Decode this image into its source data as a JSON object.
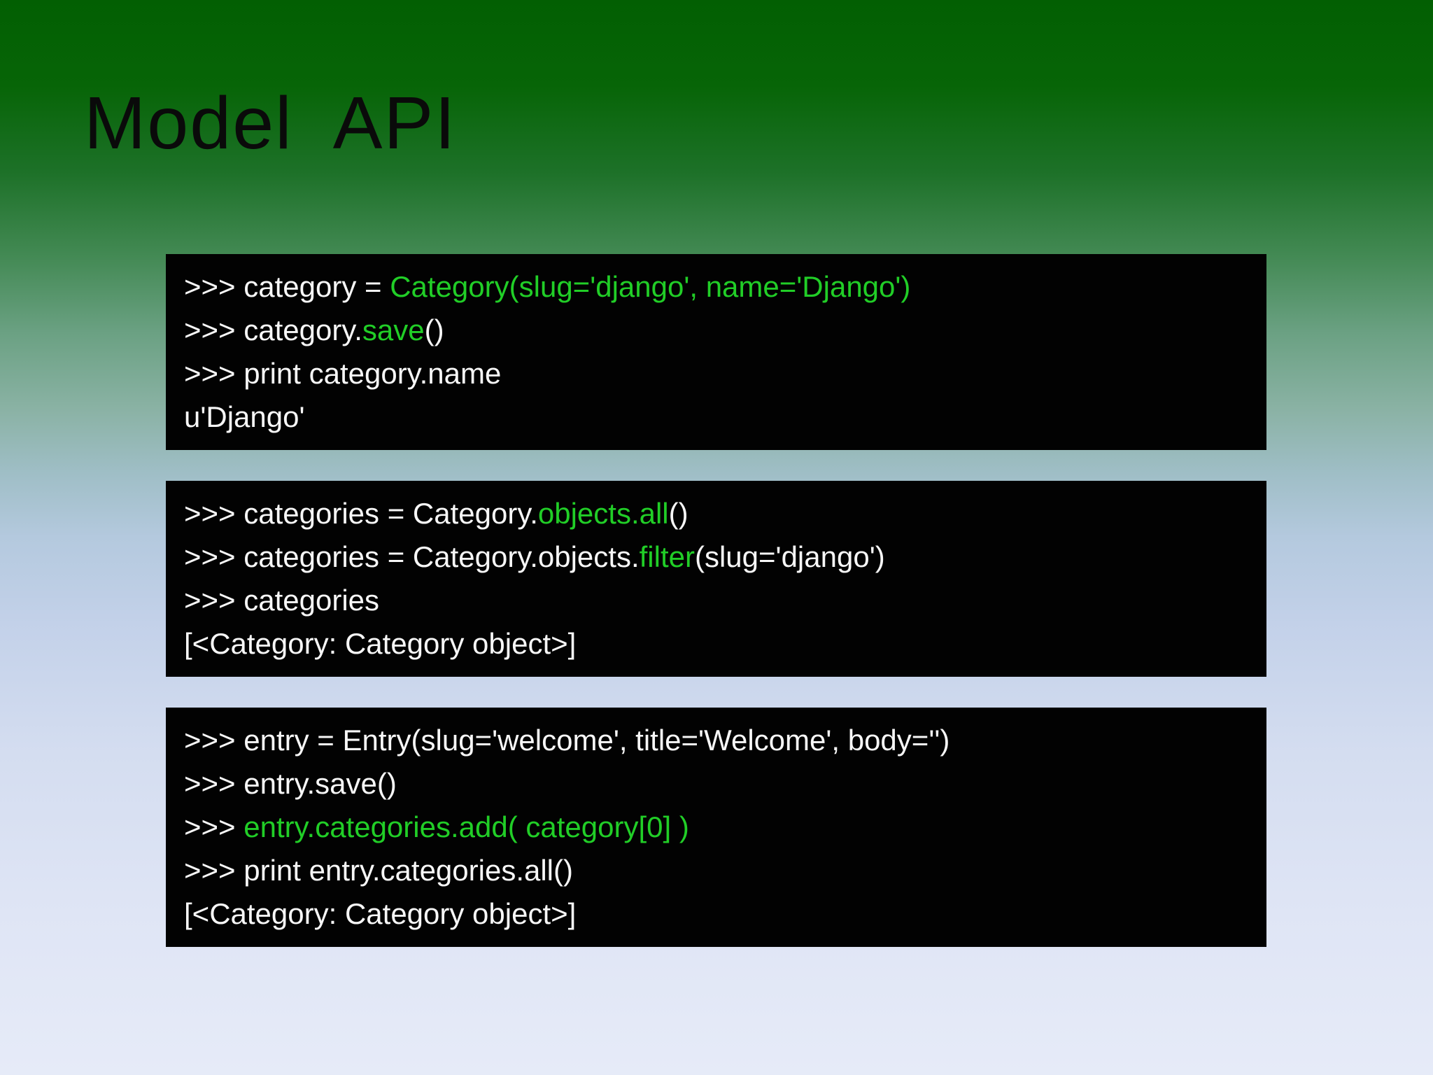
{
  "slide_title": "Model  API",
  "colors": {
    "title_text": "#0a0a0a",
    "code_white": "#f7f7f7",
    "code_green": "#21ce27",
    "block_background": "#020202",
    "gradient_top": "#025f02",
    "gradient_bottom": "#e6ebf8"
  },
  "code_blocks": [
    {
      "name": "category-create-and-save",
      "lines": [
        [
          {
            "color": "white",
            "text": ">>> category = "
          },
          {
            "color": "green",
            "text": "Category(slug='django', name='Django')"
          }
        ],
        [
          {
            "color": "white",
            "text": ">>> category."
          },
          {
            "color": "green",
            "text": "save"
          },
          {
            "color": "white",
            "text": "()"
          }
        ],
        [
          {
            "color": "white",
            "text": ">>> print category.name"
          }
        ],
        [
          {
            "color": "white",
            "text": "u'Django'"
          }
        ]
      ]
    },
    {
      "name": "category-queries",
      "lines": [
        [
          {
            "color": "white",
            "text": ">>> categories = Category."
          },
          {
            "color": "green",
            "text": "objects.all"
          },
          {
            "color": "white",
            "text": "()"
          }
        ],
        [
          {
            "color": "white",
            "text": ">>> categories = Category.objects."
          },
          {
            "color": "green",
            "text": "filter"
          },
          {
            "color": "white",
            "text": "(slug='django')"
          }
        ],
        [
          {
            "color": "white",
            "text": ">>> categories"
          }
        ],
        [
          {
            "color": "white",
            "text": "[<Category: Category object>]"
          }
        ]
      ]
    },
    {
      "name": "entry-create-and-add-category",
      "lines": [
        [
          {
            "color": "white",
            "text": ">>> entry = Entry(slug='welcome', title='Welcome', body='')"
          }
        ],
        [
          {
            "color": "white",
            "text": ">>> entry.save()"
          }
        ],
        [
          {
            "color": "white",
            "text": ">>> "
          },
          {
            "color": "green",
            "text": "entry.categories.add( category[0] )"
          }
        ],
        [
          {
            "color": "white",
            "text": ">>> print entry.categories.all()"
          }
        ],
        [
          {
            "color": "white",
            "text": "[<Category: Category object>]"
          }
        ]
      ]
    }
  ]
}
